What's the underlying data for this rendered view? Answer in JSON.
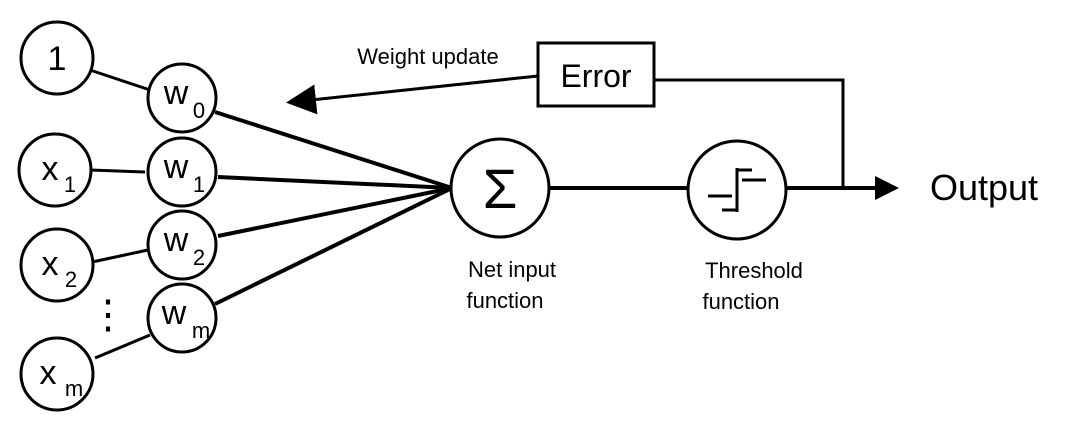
{
  "inputs": [
    {
      "main": "1",
      "sub": ""
    },
    {
      "main": "x",
      "sub": "1"
    },
    {
      "main": "x",
      "sub": "2"
    },
    {
      "main": "x",
      "sub": "m"
    }
  ],
  "weights": [
    {
      "main": "w",
      "sub": "0"
    },
    {
      "main": "w",
      "sub": "1"
    },
    {
      "main": "w",
      "sub": "2"
    },
    {
      "main": "w",
      "sub": "m"
    }
  ],
  "ellipsis": "⋮",
  "sum_symbol": "Σ",
  "net_input_label": [
    "Net input",
    "function"
  ],
  "threshold_label": [
    "Threshold",
    "function"
  ],
  "error_label": "Error",
  "weight_update_label": "Weight update",
  "output_label": "Output"
}
